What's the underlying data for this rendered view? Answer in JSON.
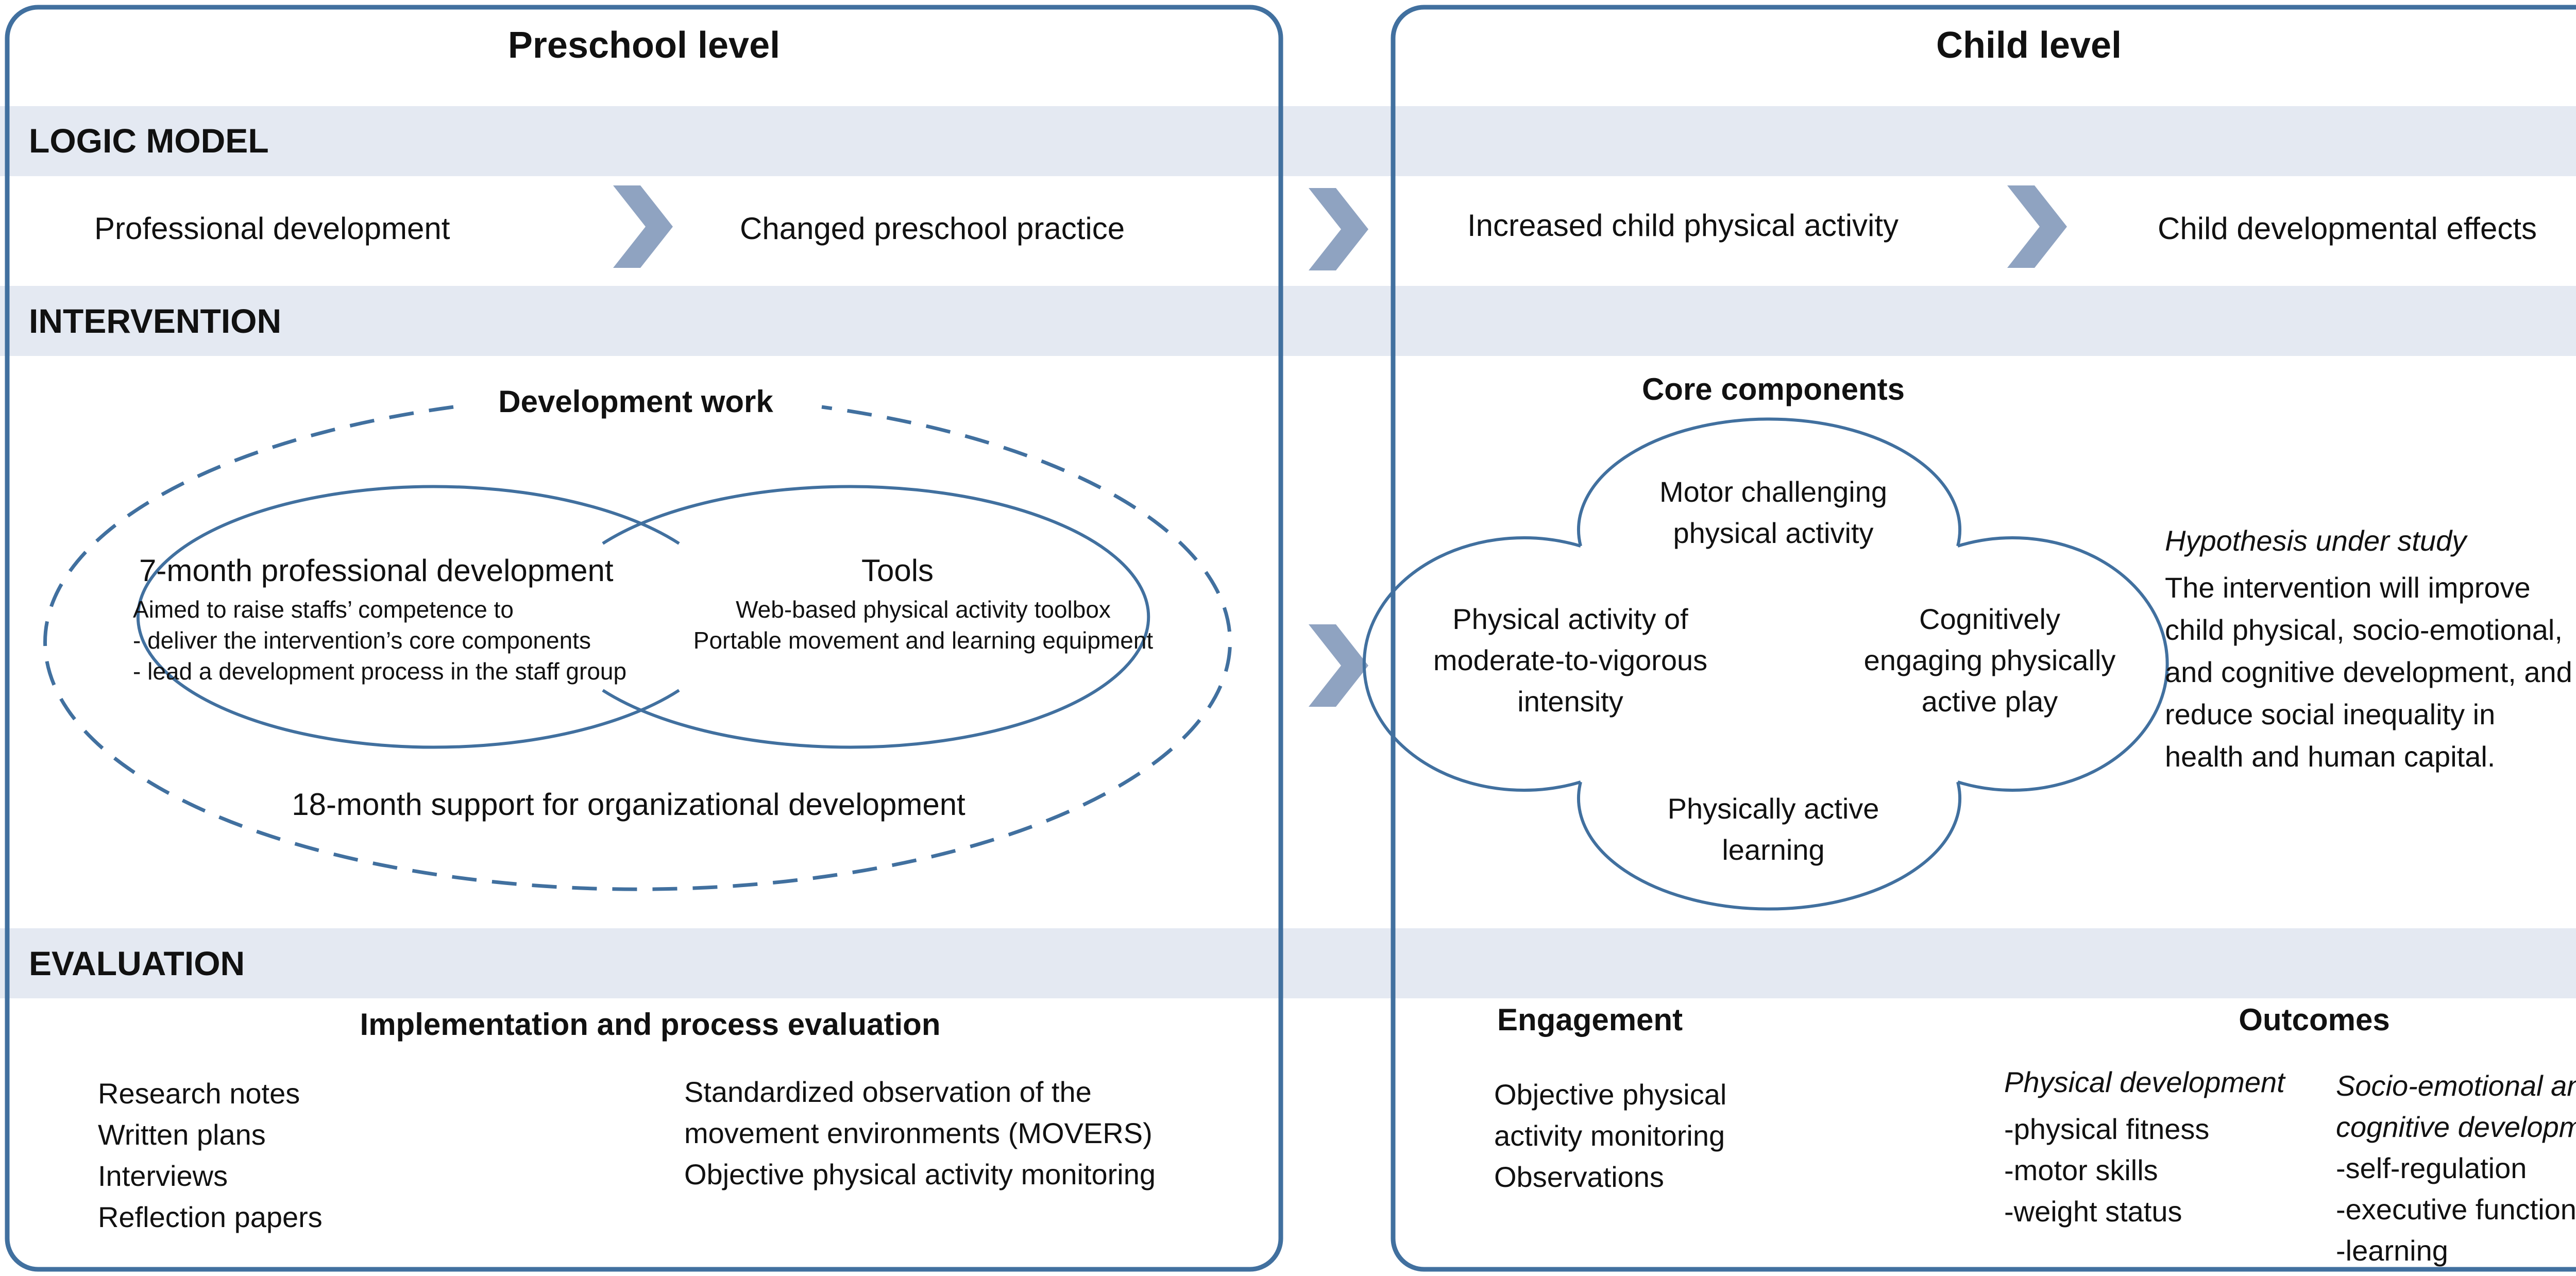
{
  "headers": {
    "preschool": "Preschool level",
    "child": "Child level"
  },
  "sections": {
    "logic": "LOGIC MODEL",
    "intervention": "INTERVENTION",
    "evaluation": "EVALUATION"
  },
  "logic_model": [
    "Professional development",
    "Changed preschool practice",
    "Increased child physical activity",
    "Child developmental effects"
  ],
  "development": {
    "title": "Development work",
    "pd_title": "7-month professional development",
    "pd_lines": [
      "Aimed to raise staffs’ competence to",
      "- deliver the intervention’s core components",
      "- lead a development process in the staff group"
    ],
    "tools_title": "Tools",
    "tools_lines": [
      "Web-based physical activity toolbox",
      "Portable movement and learning equipment"
    ],
    "support": "18-month support for organizational development"
  },
  "core": {
    "title": "Core components",
    "top": [
      "Motor challenging",
      "physical activity"
    ],
    "left": [
      "Physical activity of",
      "moderate-to-vigorous",
      "intensity"
    ],
    "right": [
      "Cognitively",
      "engaging physically",
      "active play"
    ],
    "bottom": [
      "Physically active",
      "learning"
    ]
  },
  "hypothesis": {
    "title": "Hypothesis under study",
    "lines": [
      "The intervention will improve",
      "child physical, socio-emotional,",
      "and cognitive development, and",
      "reduce social inequality in",
      "health and human capital."
    ]
  },
  "evaluation": {
    "impl_title": "Implementation and process evaluation",
    "impl_left": [
      "Research notes",
      "Written plans",
      "Interviews",
      "Reflection papers"
    ],
    "impl_right": [
      "Standardized observation of the",
      "movement environments (MOVERS)",
      "Objective physical activity monitoring"
    ],
    "engagement_title": "Engagement",
    "engagement": [
      "Objective physical",
      "activity monitoring",
      "Observations"
    ],
    "outcomes_title": "Outcomes",
    "physical_title": "Physical development",
    "physical": [
      "-physical fitness",
      "-motor skills",
      "-weight status"
    ],
    "socio_title": [
      "Socio-emotional and",
      "cognitive development"
    ],
    "socio": [
      "-self-regulation",
      "-executive function",
      "-learning"
    ]
  },
  "colors": {
    "band": "#E4E9F2",
    "frame": "#41709F",
    "chevron": "#8FA3C1",
    "ellipse": "#41709F",
    "text": "#111111"
  }
}
